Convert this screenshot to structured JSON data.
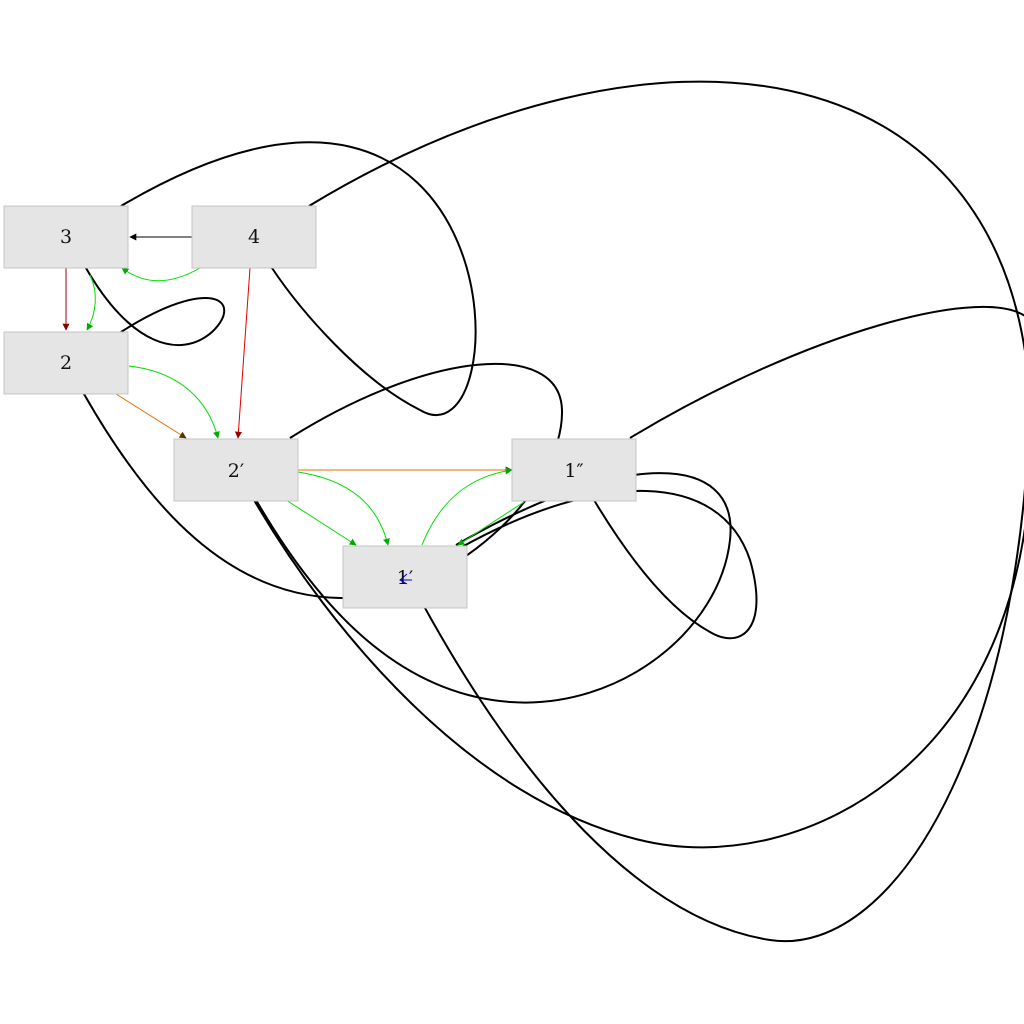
{
  "nodes": [
    {
      "id": "n3",
      "label": "3"
    },
    {
      "id": "n4",
      "label": "4"
    },
    {
      "id": "n2",
      "label": "2"
    },
    {
      "id": "n2p",
      "label": "2′"
    },
    {
      "id": "n1pp",
      "label": "1″"
    },
    {
      "id": "n1p",
      "label": "1′"
    }
  ],
  "edges": [
    {
      "from": "n4",
      "to": "n3",
      "color": "#000000"
    },
    {
      "from": "n4",
      "to": "n3",
      "color": "#00dd00"
    },
    {
      "from": "n3",
      "to": "n2",
      "color": "#aa0000"
    },
    {
      "from": "n3",
      "to": "n2",
      "color": "#00dd00"
    },
    {
      "from": "n4",
      "to": "n2p",
      "color": "#dd0000"
    },
    {
      "from": "n2",
      "to": "n2p",
      "color": "#e07000"
    },
    {
      "from": "n2",
      "to": "n2p",
      "color": "#00dd00"
    },
    {
      "from": "n2p",
      "to": "n1pp",
      "color": "#e07000"
    },
    {
      "from": "n2p",
      "to": "n1p",
      "color": "#00dd00"
    },
    {
      "from": "n2p",
      "to": "n1p",
      "color": "#00dd00"
    },
    {
      "from": "n1p",
      "to": "n1pp",
      "color": "#00dd00"
    },
    {
      "from": "n1pp",
      "to": "n1p",
      "color": "#00dd00"
    }
  ],
  "colors": {
    "node_fill": "#e5e5e5",
    "node_border": "#c4c4c4",
    "loop_stroke": "#000000",
    "stray_mark": "#0000cc"
  }
}
